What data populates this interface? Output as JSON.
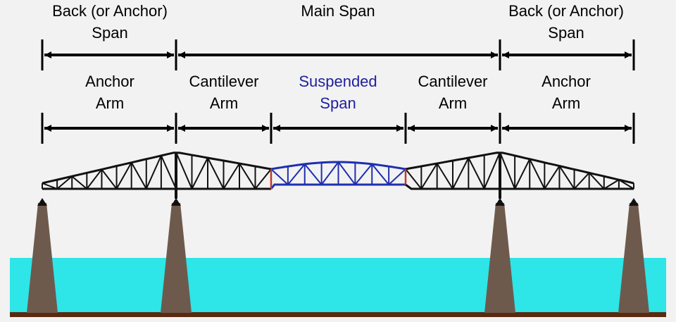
{
  "labels": {
    "back_span_left": {
      "line1": "Back (or Anchor)",
      "line2": "Span"
    },
    "main_span": "Main Span",
    "back_span_right": {
      "line1": "Back (or Anchor)",
      "line2": "Span"
    },
    "anchor_arm_left": {
      "line1": "Anchor",
      "line2": "Arm"
    },
    "cantilever_arm_left": {
      "line1": "Cantilever",
      "line2": "Arm"
    },
    "suspended_span": {
      "line1": "Suspended",
      "line2": "Span"
    },
    "cantilever_arm_right": {
      "line1": "Cantilever",
      "line2": "Arm"
    },
    "anchor_arm_right": {
      "line1": "Anchor",
      "line2": "Arm"
    }
  },
  "colors": {
    "background": "#f2f2f2",
    "water": "#2ee5e7",
    "ground": "#5a2a10",
    "pier": "#6e5a4d",
    "truss": "#111111",
    "suspended_truss": "#1f2fb0",
    "hinge": "#c0392b",
    "suspended_label": "#1f1f9e"
  }
}
